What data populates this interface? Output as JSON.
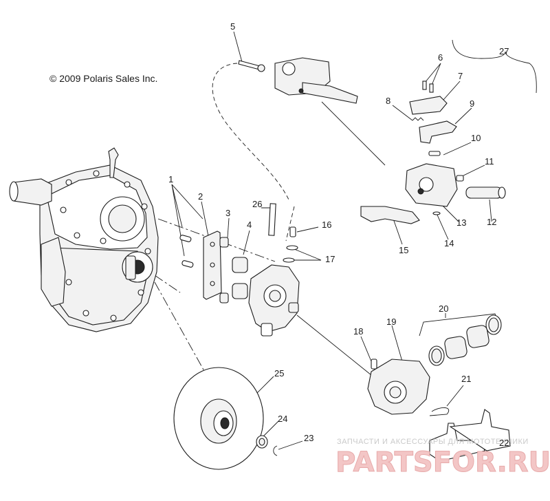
{
  "copyright": "© 2009 Polaris Sales Inc.",
  "watermark": {
    "line1": "ЗАПЧАСТИ И АКСЕССУАРЫ ДЛЯ МОТОТЕХНИКИ",
    "line2": "PARTSFOR.RU"
  },
  "callouts": [
    "1",
    "2",
    "3",
    "4",
    "5",
    "6",
    "7",
    "8",
    "9",
    "10",
    "11",
    "12",
    "13",
    "14",
    "15",
    "16",
    "17",
    "18",
    "19",
    "20",
    "21",
    "22",
    "23",
    "24",
    "25",
    "26",
    "27"
  ]
}
